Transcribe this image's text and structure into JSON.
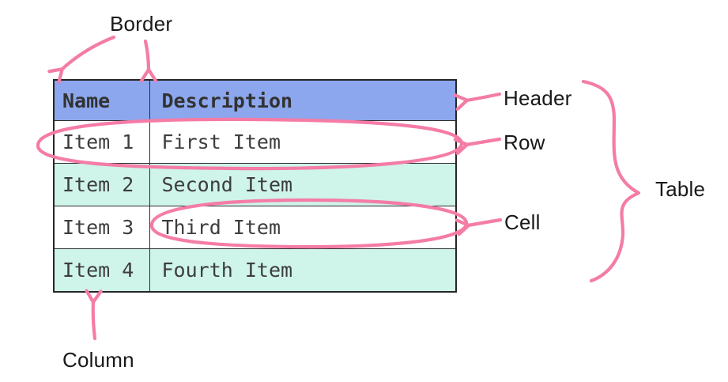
{
  "labels": {
    "border": "Border",
    "header": "Header",
    "row": "Row",
    "cell": "Cell",
    "table": "Table",
    "column": "Column"
  },
  "table": {
    "headers": [
      "Name",
      "Description"
    ],
    "rows": [
      [
        "Item 1",
        "First Item"
      ],
      [
        "Item 2",
        "Second Item"
      ],
      [
        "Item 3",
        "Third Item"
      ],
      [
        "Item 4",
        "Fourth Item"
      ]
    ]
  },
  "colors": {
    "header_bg": "#8CA7ED",
    "row_alt_bg": "#CFF4EA",
    "row_bg": "#FFFFFF",
    "table_border": "#2E2E2E",
    "annotation_pink": "#F47CA6",
    "table_text": "#3D3D3D",
    "label_text": "#191919"
  }
}
